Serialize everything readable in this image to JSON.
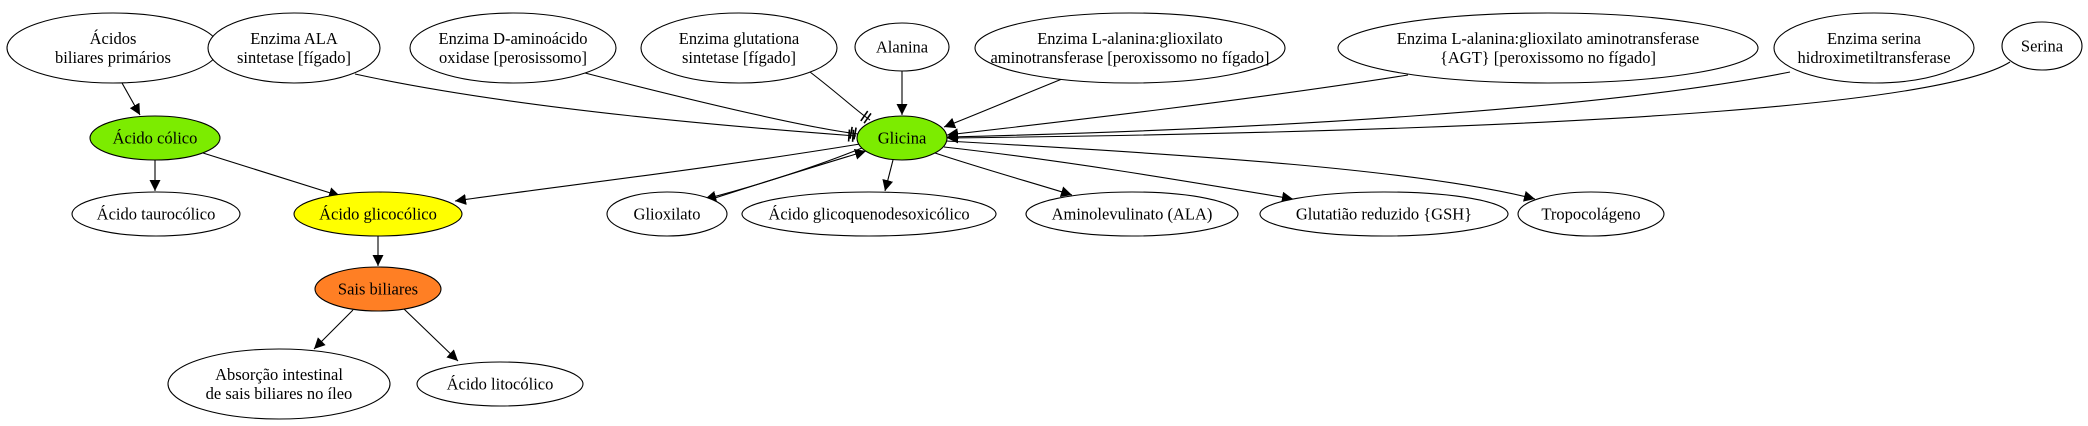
{
  "nodes": {
    "acidos_biliares_primarios": {
      "lines": [
        "Ácidos",
        "biliares primários"
      ],
      "fill": "#ffffff"
    },
    "enzima_ala_sintetase": {
      "lines": [
        "Enzima ALA",
        "sintetase [fígado]"
      ],
      "fill": "#ffffff"
    },
    "enzima_d_aminoacido_oxidase": {
      "lines": [
        "Enzima D-aminoácido",
        "oxidase [perosissomo]"
      ],
      "fill": "#ffffff"
    },
    "enzima_glutationa_sintetase": {
      "lines": [
        "Enzima glutationa",
        "sintetase [fígado]"
      ],
      "fill": "#ffffff"
    },
    "alanina": {
      "lines": [
        "Alanina"
      ],
      "fill": "#ffffff"
    },
    "enzima_l_alanina_glioxilato": {
      "lines": [
        "Enzima L-alanina:glioxilato",
        "aminotransferase [peroxissomo no fígado]"
      ],
      "fill": "#ffffff"
    },
    "enzima_agt": {
      "lines": [
        "Enzima L-alanina:glioxilato aminotransferase",
        "{AGT} [peroxissomo no fígado]"
      ],
      "fill": "#ffffff"
    },
    "enzima_serina_hidroximetiltransferase": {
      "lines": [
        "Enzima serina",
        "hidroximetiltransferase"
      ],
      "fill": "#ffffff"
    },
    "serina": {
      "lines": [
        "Serina"
      ],
      "fill": "#ffffff"
    },
    "acido_colico": {
      "lines": [
        "Ácido cólico"
      ],
      "fill": "#7cec00"
    },
    "glicina": {
      "lines": [
        "Glicina"
      ],
      "fill": "#7cec00"
    },
    "acido_taurocolico": {
      "lines": [
        "Ácido taurocólico"
      ],
      "fill": "#ffffff"
    },
    "acido_glicocolico": {
      "lines": [
        "Ácido glicocólico"
      ],
      "fill": "#ffff00"
    },
    "glioxilato": {
      "lines": [
        "Glioxilato"
      ],
      "fill": "#ffffff"
    },
    "acido_glicoquenodesoxicolico": {
      "lines": [
        "Ácido glicoquenodesoxicólico"
      ],
      "fill": "#ffffff"
    },
    "aminolevulinato": {
      "lines": [
        "Aminolevulinato (ALA)"
      ],
      "fill": "#ffffff"
    },
    "glutatiao_reduzido": {
      "lines": [
        "Glutatião reduzido {GSH}"
      ],
      "fill": "#ffffff"
    },
    "tropocolageno": {
      "lines": [
        "Tropocolágeno"
      ],
      "fill": "#ffffff"
    },
    "sais_biliares": {
      "lines": [
        "Sais biliares"
      ],
      "fill": "#ff7f24"
    },
    "absorcao_intestinal": {
      "lines": [
        "Absorção intestinal",
        "de sais biliares no íleo"
      ],
      "fill": "#ffffff"
    },
    "acido_litocolico": {
      "lines": [
        "Ácido litocólico"
      ],
      "fill": "#ffffff"
    }
  },
  "edges": [
    {
      "from": "acidos_biliares_primarios",
      "to": "acido_colico",
      "head": "arrow"
    },
    {
      "from": "acido_colico",
      "to": "acido_taurocolico",
      "head": "arrow"
    },
    {
      "from": "acido_colico",
      "to": "acido_glicocolico",
      "head": "arrow"
    },
    {
      "from": "glicina",
      "to": "acido_glicocolico",
      "head": "arrow"
    },
    {
      "from": "acido_glicocolico",
      "to": "sais_biliares",
      "head": "arrow"
    },
    {
      "from": "sais_biliares",
      "to": "absorcao_intestinal",
      "head": "arrow"
    },
    {
      "from": "sais_biliares",
      "to": "acido_litocolico",
      "head": "arrow"
    },
    {
      "from": "enzima_ala_sintetase",
      "to": "glicina",
      "head": "tee"
    },
    {
      "from": "enzima_d_aminoacido_oxidase",
      "to": "glicina",
      "head": "tee"
    },
    {
      "from": "enzima_glutationa_sintetase",
      "to": "glicina",
      "head": "tee"
    },
    {
      "from": "alanina",
      "to": "glicina",
      "head": "arrow"
    },
    {
      "from": "enzima_l_alanina_glioxilato",
      "to": "glicina",
      "head": "arrow"
    },
    {
      "from": "enzima_agt",
      "to": "glicina",
      "head": "arrow"
    },
    {
      "from": "enzima_serina_hidroximetiltransferase",
      "to": "glicina",
      "head": "arrow"
    },
    {
      "from": "serina",
      "to": "glicina",
      "head": "arrow"
    },
    {
      "from": "glicina",
      "to": "glioxilato",
      "head": "arrow"
    },
    {
      "from": "glioxilato",
      "to": "glicina",
      "head": "arrow"
    },
    {
      "from": "glicina",
      "to": "acido_glicoquenodesoxicolico",
      "head": "arrow"
    },
    {
      "from": "glicina",
      "to": "aminolevulinato",
      "head": "arrow"
    },
    {
      "from": "glicina",
      "to": "glutatiao_reduzido",
      "head": "arrow"
    },
    {
      "from": "glicina",
      "to": "tropocolageno",
      "head": "arrow"
    }
  ]
}
